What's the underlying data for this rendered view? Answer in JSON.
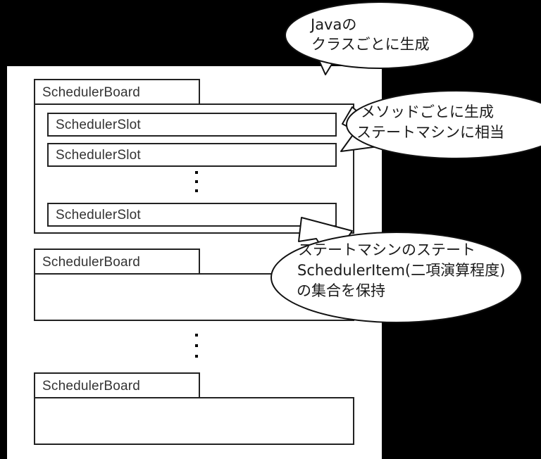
{
  "figure": {
    "background_color": "#000000",
    "panel_color": "#ffffff",
    "stroke_color": "#222222"
  },
  "boards": [
    {
      "title": "SchedulerBoard",
      "slots": [
        {
          "label": "SchedulerSlot"
        },
        {
          "label": "SchedulerSlot"
        },
        {
          "label": "SchedulerSlot"
        }
      ],
      "ellipsis": "⋮"
    },
    {
      "title": "SchedulerBoard",
      "slots": [],
      "ellipsis": ""
    },
    {
      "title": "SchedulerBoard",
      "slots": [],
      "ellipsis": ""
    }
  ],
  "board_list_ellipsis": "⋮",
  "callouts": [
    {
      "id": "callout-java-class",
      "lines": [
        "Javaの",
        "クラスごとに生成"
      ],
      "points_to": "scheduler-board-1"
    },
    {
      "id": "callout-method-statemachine",
      "lines": [
        "メソッドごとに生成",
        "ステートマシンに相当"
      ],
      "points_to": "scheduler-slot-1-2"
    },
    {
      "id": "callout-state-item",
      "lines": [
        "ステートマシンのステート",
        "SchedulerItem(二項演算程度)",
        "の集合を保持"
      ],
      "points_to": "scheduler-slot-1-3"
    }
  ]
}
